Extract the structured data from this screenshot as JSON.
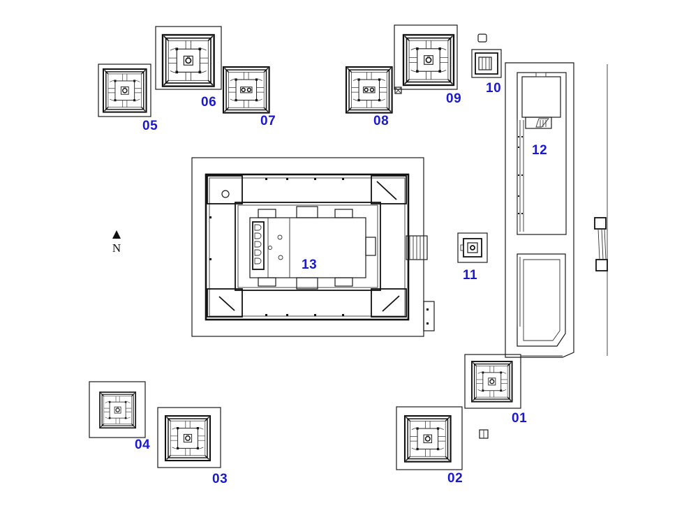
{
  "title": "Temple complex site plan",
  "north_indicator": {
    "icon": "north-arrow-icon",
    "label": "N"
  },
  "structures": [
    {
      "id": "01",
      "label": "01",
      "type": "shrine-tower"
    },
    {
      "id": "02",
      "label": "02",
      "type": "shrine-tower"
    },
    {
      "id": "03",
      "label": "03",
      "type": "shrine-tower"
    },
    {
      "id": "04",
      "label": "04",
      "type": "shrine-tower"
    },
    {
      "id": "05",
      "label": "05",
      "type": "shrine-tower"
    },
    {
      "id": "06",
      "label": "06",
      "type": "shrine-tower"
    },
    {
      "id": "07",
      "label": "07",
      "type": "shrine-tower-twin-altar"
    },
    {
      "id": "08",
      "label": "08",
      "type": "shrine-tower-twin-altar"
    },
    {
      "id": "09",
      "label": "09",
      "type": "shrine-tower"
    },
    {
      "id": "10",
      "label": "10",
      "type": "small-pavilion"
    },
    {
      "id": "11",
      "label": "11",
      "type": "small-shrine"
    },
    {
      "id": "12",
      "label": "12",
      "type": "long-hall-enclosure"
    },
    {
      "id": "13",
      "label": "13",
      "type": "main-hall"
    }
  ],
  "colors": {
    "label": "#1a1acc",
    "linework": "#1a1a1a",
    "background": "#ffffff"
  }
}
